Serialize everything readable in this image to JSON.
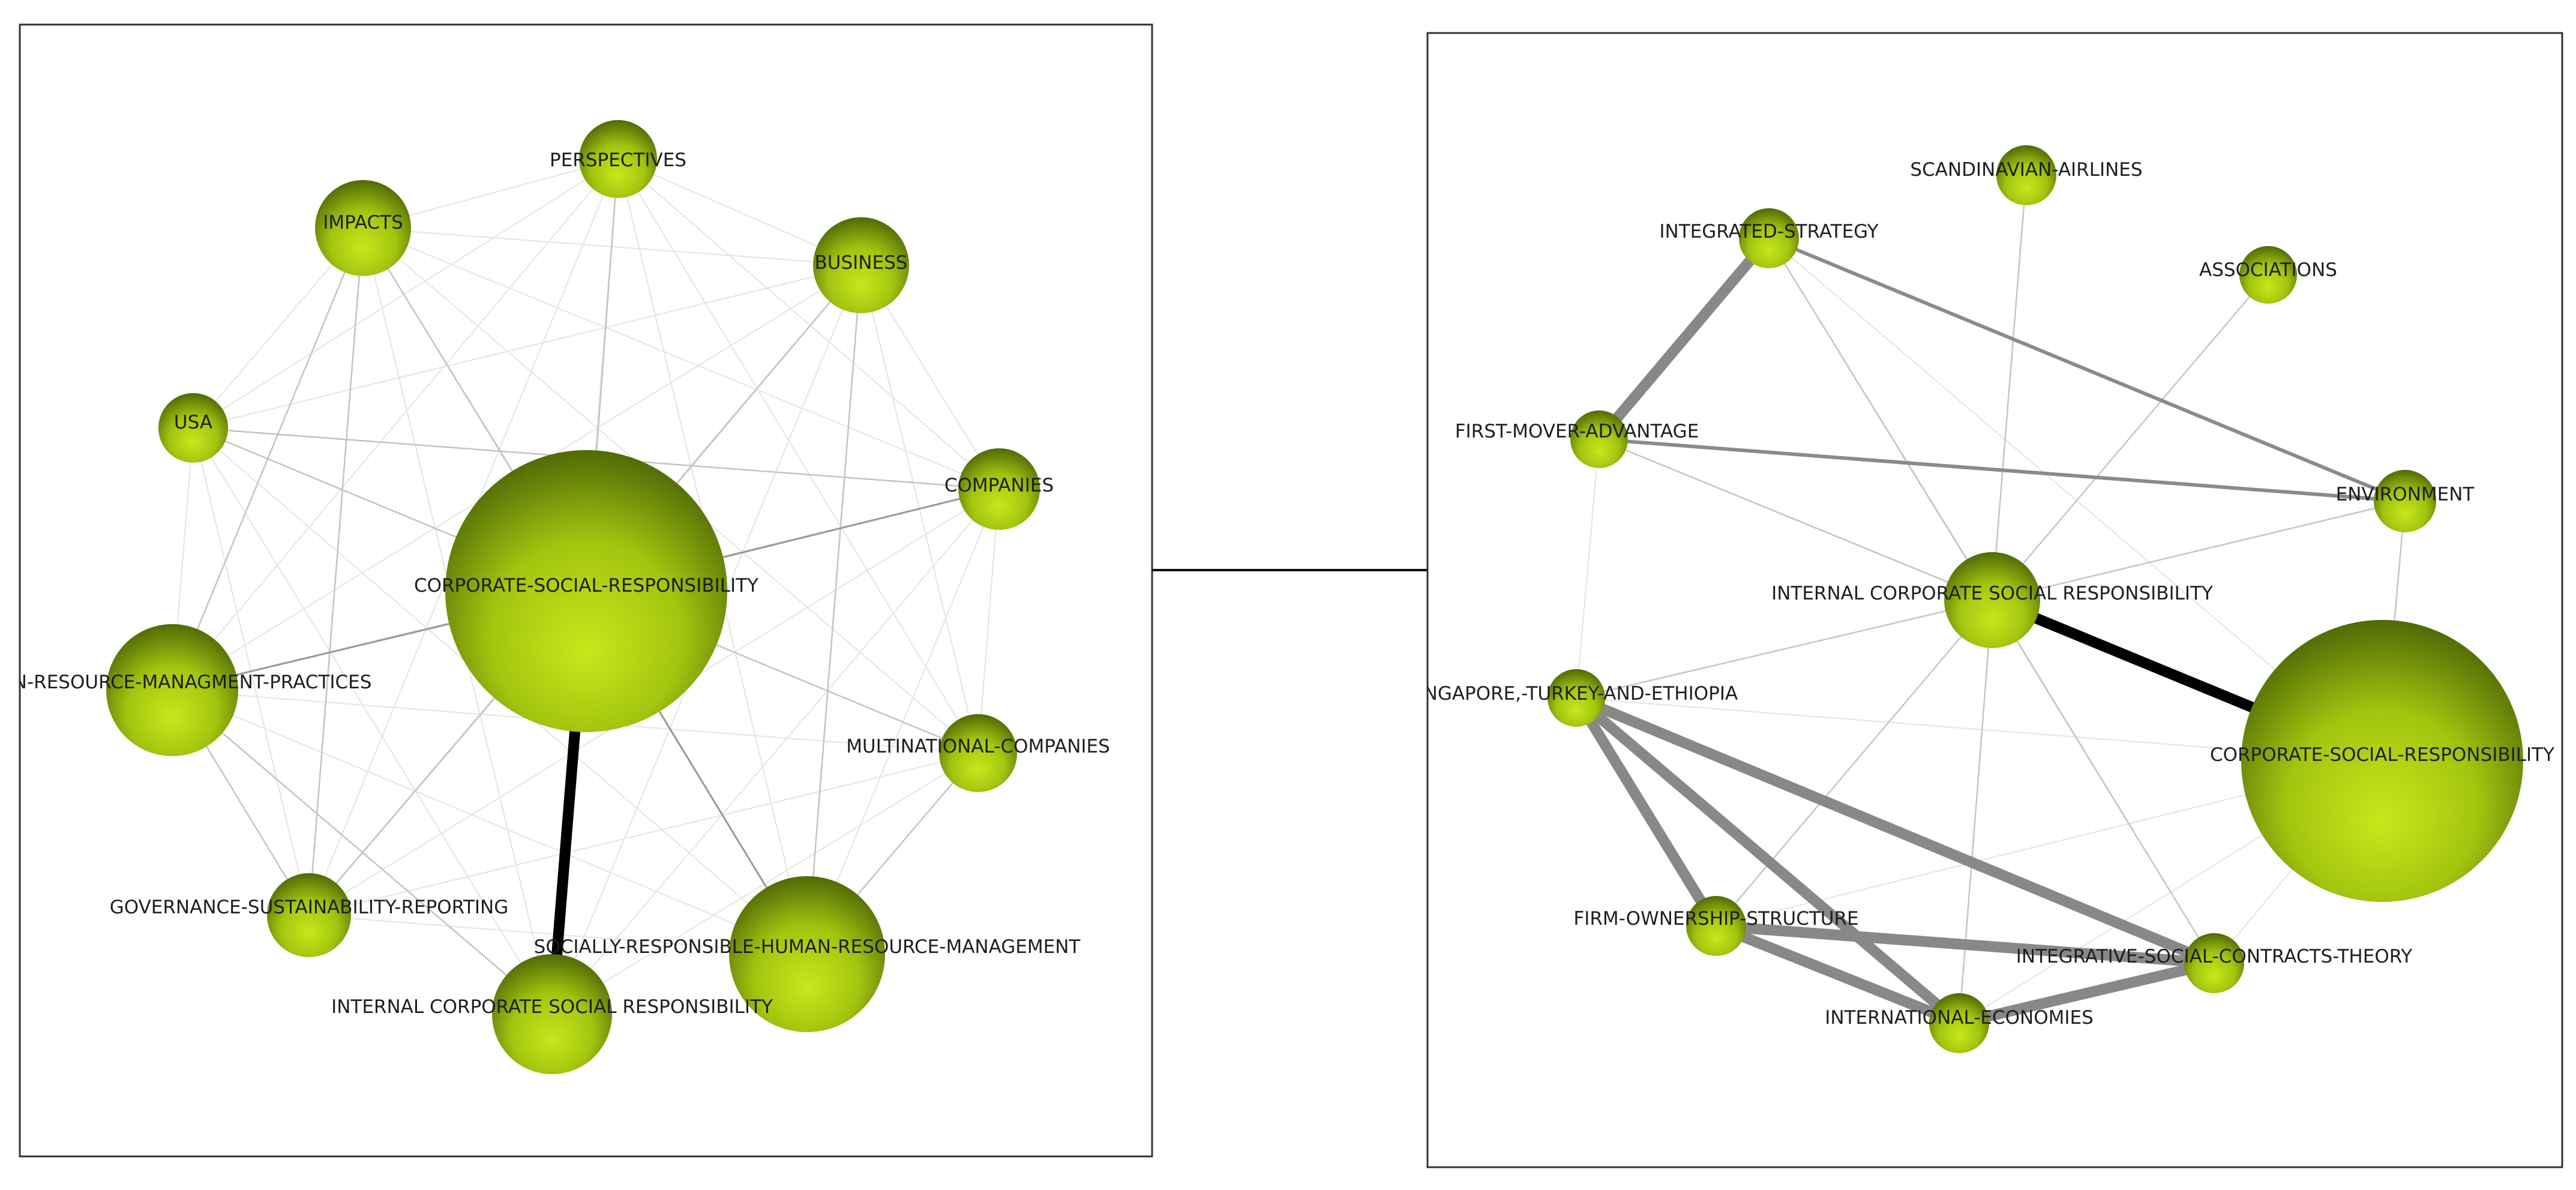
{
  "left_panel": {
    "nodes": {
      "corporate_social_responsibility": "CORPORATE-SOCIAL-RESPONSIBILITY",
      "perspectives": "PERSPECTIVES",
      "impacts": "IMPACTS",
      "business": "BUSINESS",
      "usa": "USA",
      "companies": "COMPANIES",
      "human_resource_practices": "AN-RESOURCE-MANAGMENT-PRACTICES",
      "multinational_companies": "MULTINATIONAL-COMPANIES",
      "governance_reporting": "GOVERNANCE-SUSTAINABILITY-REPORTING",
      "socially_responsible_hrm": "SOCIALLY-RESPONSIBLE-HUMAN-RESOURCE-MANAGEMENT",
      "internal_csr": "INTERNAL CORPORATE SOCIAL RESPONSIBILITY"
    }
  },
  "right_panel": {
    "nodes": {
      "scandinavian_airlines": "SCANDINAVIAN-AIRLINES",
      "integrated_strategy": "INTEGRATED-STRATEGY",
      "associations": "ASSOCIATIONS",
      "first_mover_advantage": "FIRST-MOVER-ADVANTAGE",
      "environment": "ENVIRONMENT",
      "internal_csr": "INTERNAL CORPORATE SOCIAL RESPONSIBILITY",
      "singapore_turkey_ethiopia": "SINGAPORE,-TURKEY-AND-ETHIOPIA",
      "corporate_social_responsibility": "CORPORATE-SOCIAL-RESPONSIBILITY",
      "firm_ownership_structure": "FIRM-OWNERSHIP-STRUCTURE",
      "integrative_social_contracts": "INTEGRATIVE-SOCIAL-CONTRACTS-THEORY",
      "international_economies": "INTERNATIONAL-ECONOMIES"
    }
  },
  "colors": {
    "node_light": "#c6e81a",
    "node_mid": "#a3c40f",
    "node_dark": "#4f6a06",
    "edge_strong": "#000000",
    "edge_medium": "#808080",
    "edge_light": "#cfcfcf",
    "frame": "#333333"
  }
}
